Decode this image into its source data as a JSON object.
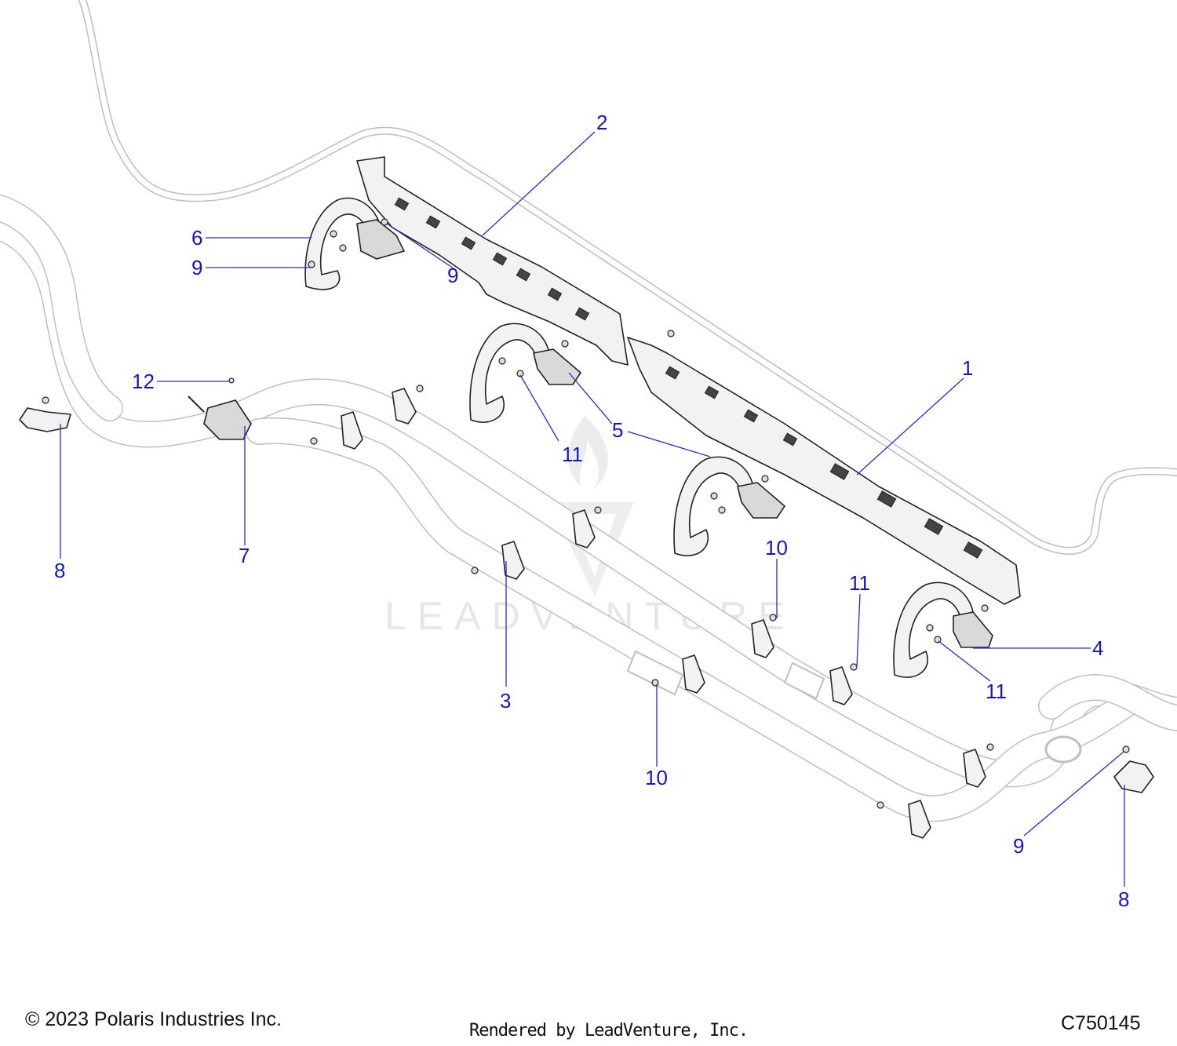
{
  "callouts": [
    {
      "label": "1"
    },
    {
      "label": "2"
    },
    {
      "label": "3"
    },
    {
      "label": "4"
    },
    {
      "label": "5"
    },
    {
      "label": "6"
    },
    {
      "label": "7"
    },
    {
      "label": "8"
    },
    {
      "label": "8"
    },
    {
      "label": "9"
    },
    {
      "label": "9"
    },
    {
      "label": "9"
    },
    {
      "label": "10"
    },
    {
      "label": "10"
    },
    {
      "label": "11"
    },
    {
      "label": "11"
    },
    {
      "label": "11"
    },
    {
      "label": "12"
    }
  ],
  "watermark": {
    "text": "LEADVENTURE"
  },
  "footer": {
    "copyright": "© 2023 Polaris Industries Inc.",
    "rendered_by": "Rendered by LeadVenture, Inc.",
    "figure_code": "C750145"
  },
  "colors": {
    "callout": "#1515c8",
    "line_art": "#222222",
    "tube_outline": "#bfbfbf",
    "watermark": "#e6e6e6"
  }
}
